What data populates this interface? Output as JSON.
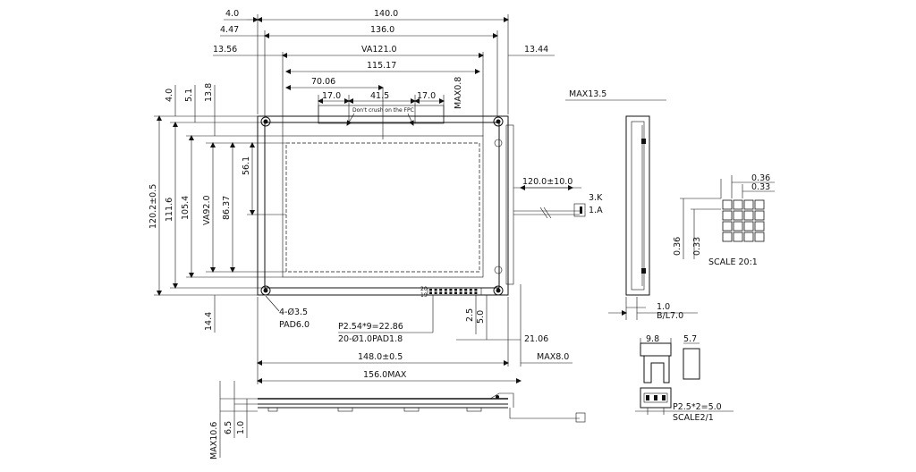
{
  "dims": {
    "d4_0": "4.0",
    "d4_47": "4.47",
    "d13_56": "13.56",
    "d140": "140.0",
    "d136": "136.0",
    "va121": "VA121.0",
    "d115_17": "115.17",
    "d70_06": "70.06",
    "d17a": "17.0",
    "d41_5": "41.5",
    "d17b": "17.0",
    "max0_8": "MAX0.8",
    "d13_44": "13.44",
    "note_fpc": "Don't crush on the FPC",
    "v4_0": "4.0",
    "v5_1": "5.1",
    "v13_8": "13.8",
    "v120_2": "120.2±0.5",
    "v111_6": "111.6",
    "v105_4": "105.4",
    "va92": "VA92.0",
    "v86_37": "86.37",
    "v56_1": "56.1",
    "v14_4": "14.4",
    "holes": "4-Ø3.5",
    "pad": "PAD6.0",
    "pitch": "P2.54*9=22.86",
    "pins": "20-Ø1.0PAD1.8",
    "pin20": "20",
    "pin19": "19",
    "v2_5": "2.5",
    "v5_0": "5.0",
    "d21_06": "21.06",
    "d148": "148.0±0.5",
    "max8": "MAX8.0",
    "d156": "156.0MAX",
    "cable": "120.0±10.0",
    "k": "3.K",
    "a": "1.A",
    "max13_5": "MAX13.5",
    "d1_0": "1.0",
    "bl7": "B/L7.0",
    "p036": "0.36",
    "p033": "0.33",
    "p036v": "0.36",
    "p033v": "0.33",
    "scale20": "SCALE 20:1",
    "c9_8": "9.8",
    "c5_7": "5.7",
    "cpitch": "P2.5*2=5.0",
    "scale2": "SCALE2/1",
    "max10_6": "MAX10.6",
    "b6_5": "6.5",
    "b1_0": "1.0"
  }
}
